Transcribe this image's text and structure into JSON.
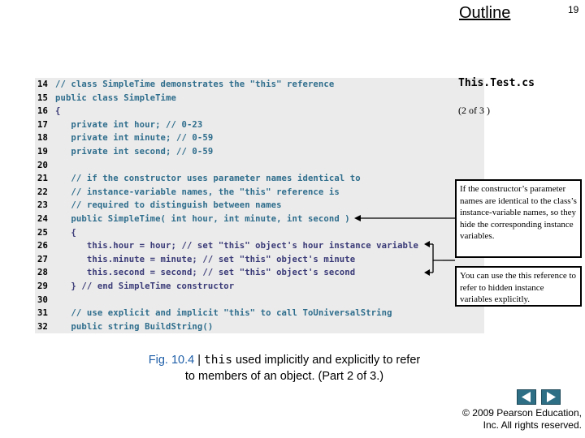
{
  "header": {
    "outline": "Outline",
    "page_number": "19"
  },
  "sidebar": {
    "file_name": "This.Test.cs",
    "part": "(2 of 3 )"
  },
  "code_lines": [
    {
      "num": "14",
      "text": "// class SimpleTime demonstrates the \"this\" reference"
    },
    {
      "num": "15",
      "text": "public class SimpleTime"
    },
    {
      "num": "16",
      "text": "{"
    },
    {
      "num": "17",
      "text": "   private int hour; // 0-23"
    },
    {
      "num": "18",
      "text": "   private int minute; // 0-59"
    },
    {
      "num": "19",
      "text": "   private int second; // 0-59"
    },
    {
      "num": "20",
      "text": ""
    },
    {
      "num": "21",
      "text": "   // if the constructor uses parameter names identical to"
    },
    {
      "num": "22",
      "text": "   // instance-variable names, the \"this\" reference is"
    },
    {
      "num": "23",
      "text": "   // required to distinguish between names"
    },
    {
      "num": "24",
      "text": "   public SimpleTime( int hour, int minute, int second )"
    },
    {
      "num": "25",
      "text": "   {"
    },
    {
      "num": "26",
      "text": "      this.hour = hour; // set \"this\" object's hour instance variable"
    },
    {
      "num": "27",
      "text": "      this.minute = minute; // set \"this\" object's minute"
    },
    {
      "num": "28",
      "text": "      this.second = second; // set \"this\" object's second"
    },
    {
      "num": "29",
      "text": "   } // end SimpleTime constructor"
    },
    {
      "num": "30",
      "text": ""
    },
    {
      "num": "31",
      "text": "   // use explicit and implicit \"this\" to call ToUniversalString"
    },
    {
      "num": "32",
      "text": "   public string BuildString()"
    }
  ],
  "callouts": {
    "first": "If the constructor’s parameter names are identical to the class’s instance-variable names, so they hide the corresponding instance variables.",
    "second": "You can use the this reference to refer to hidden instance variables explicitly."
  },
  "caption": {
    "fig_label": "Fig. 10.4",
    "separator": " | ",
    "keyword": "this",
    "text_line1": " used implicitly and explicitly to refer",
    "text_line2": "to members of an object. (Part 2 of 3.)"
  },
  "footer": {
    "copyright_line1": "© 2009 Pearson Education,",
    "copyright_line2": "Inc.  All rights reserved."
  },
  "colors": {
    "comment": "#2e6d8c",
    "keyword": "#2e6d8c",
    "figure_label": "#1f5fa8",
    "nav_button": "#2f6f86"
  }
}
